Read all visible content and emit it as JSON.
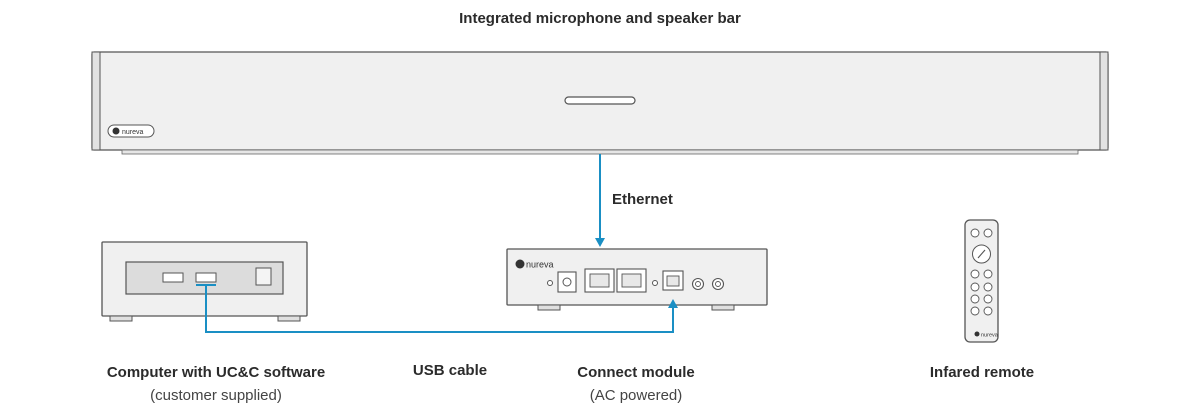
{
  "title": "Integrated microphone and speaker bar",
  "brand_text": "nureva",
  "colors": {
    "cable": "#1a8fc4",
    "device_fill": "#f0f0f0",
    "outline": "#555555"
  },
  "connections": {
    "ethernet_label": "Ethernet",
    "usb_label": "USB cable"
  },
  "devices": {
    "computer": {
      "name": "Computer with UC&C software",
      "note": "(customer supplied)"
    },
    "connect_module": {
      "name": "Connect module",
      "note": "(AC powered)"
    },
    "remote": {
      "name": "Infared remote"
    }
  }
}
